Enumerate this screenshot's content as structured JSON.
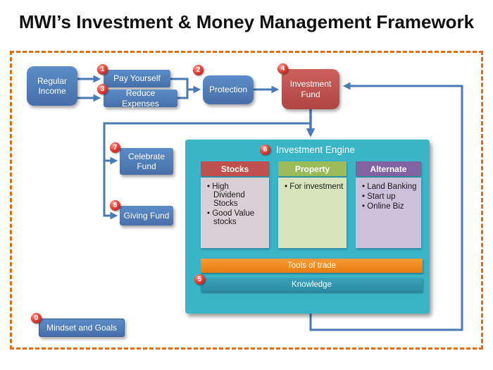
{
  "title": "MWI’s Investment & Money Management Framework",
  "nodes": {
    "regular_income": {
      "label": "Regular Income"
    },
    "pay_yourself": {
      "label": "Pay Yourself",
      "num": "1"
    },
    "reduce_expenses": {
      "label": "Reduce Expenses",
      "num": "3"
    },
    "protection": {
      "label": "Protection",
      "num": "2"
    },
    "investment_fund": {
      "label": "Investment Fund",
      "num": "4"
    },
    "celebrate_fund": {
      "label": "Celebrate Fund",
      "num": "7"
    },
    "giving_fund": {
      "label": "Giving Fund",
      "num": "8"
    },
    "mindset_goals": {
      "label": "Mindset and Goals",
      "num": "0"
    }
  },
  "engine": {
    "num": "6",
    "title": "Investment Engine",
    "columns": [
      {
        "header": "Stocks",
        "items": [
          "High Dividend Stocks",
          "Good Value stocks"
        ]
      },
      {
        "header": "Property",
        "items": [
          "For investment"
        ]
      },
      {
        "header": "Alternate",
        "items": [
          "Land Banking",
          "Start up",
          "Online Biz"
        ]
      }
    ],
    "bars": [
      {
        "label": "Tools of trade"
      },
      {
        "label": "Knowledge",
        "num": "5"
      }
    ]
  },
  "colors": {
    "node_blue": "#4f81bd",
    "fund_red": "#c0504d",
    "engine_teal": "#3ab5c8",
    "stocks_header": "#c0504d",
    "stocks_body": "#dacfd4",
    "property_header": "#9bbb59",
    "property_body": "#d7e4bc",
    "alternate_header": "#8064a2",
    "alternate_body": "#ccc0da",
    "tools_orange": "#ef8a1d",
    "knowledge_teal": "#2d95ae",
    "connector_blue": "#4a7ab5",
    "frame_orange": "#e46c0a",
    "badge_red": "#c00000"
  }
}
